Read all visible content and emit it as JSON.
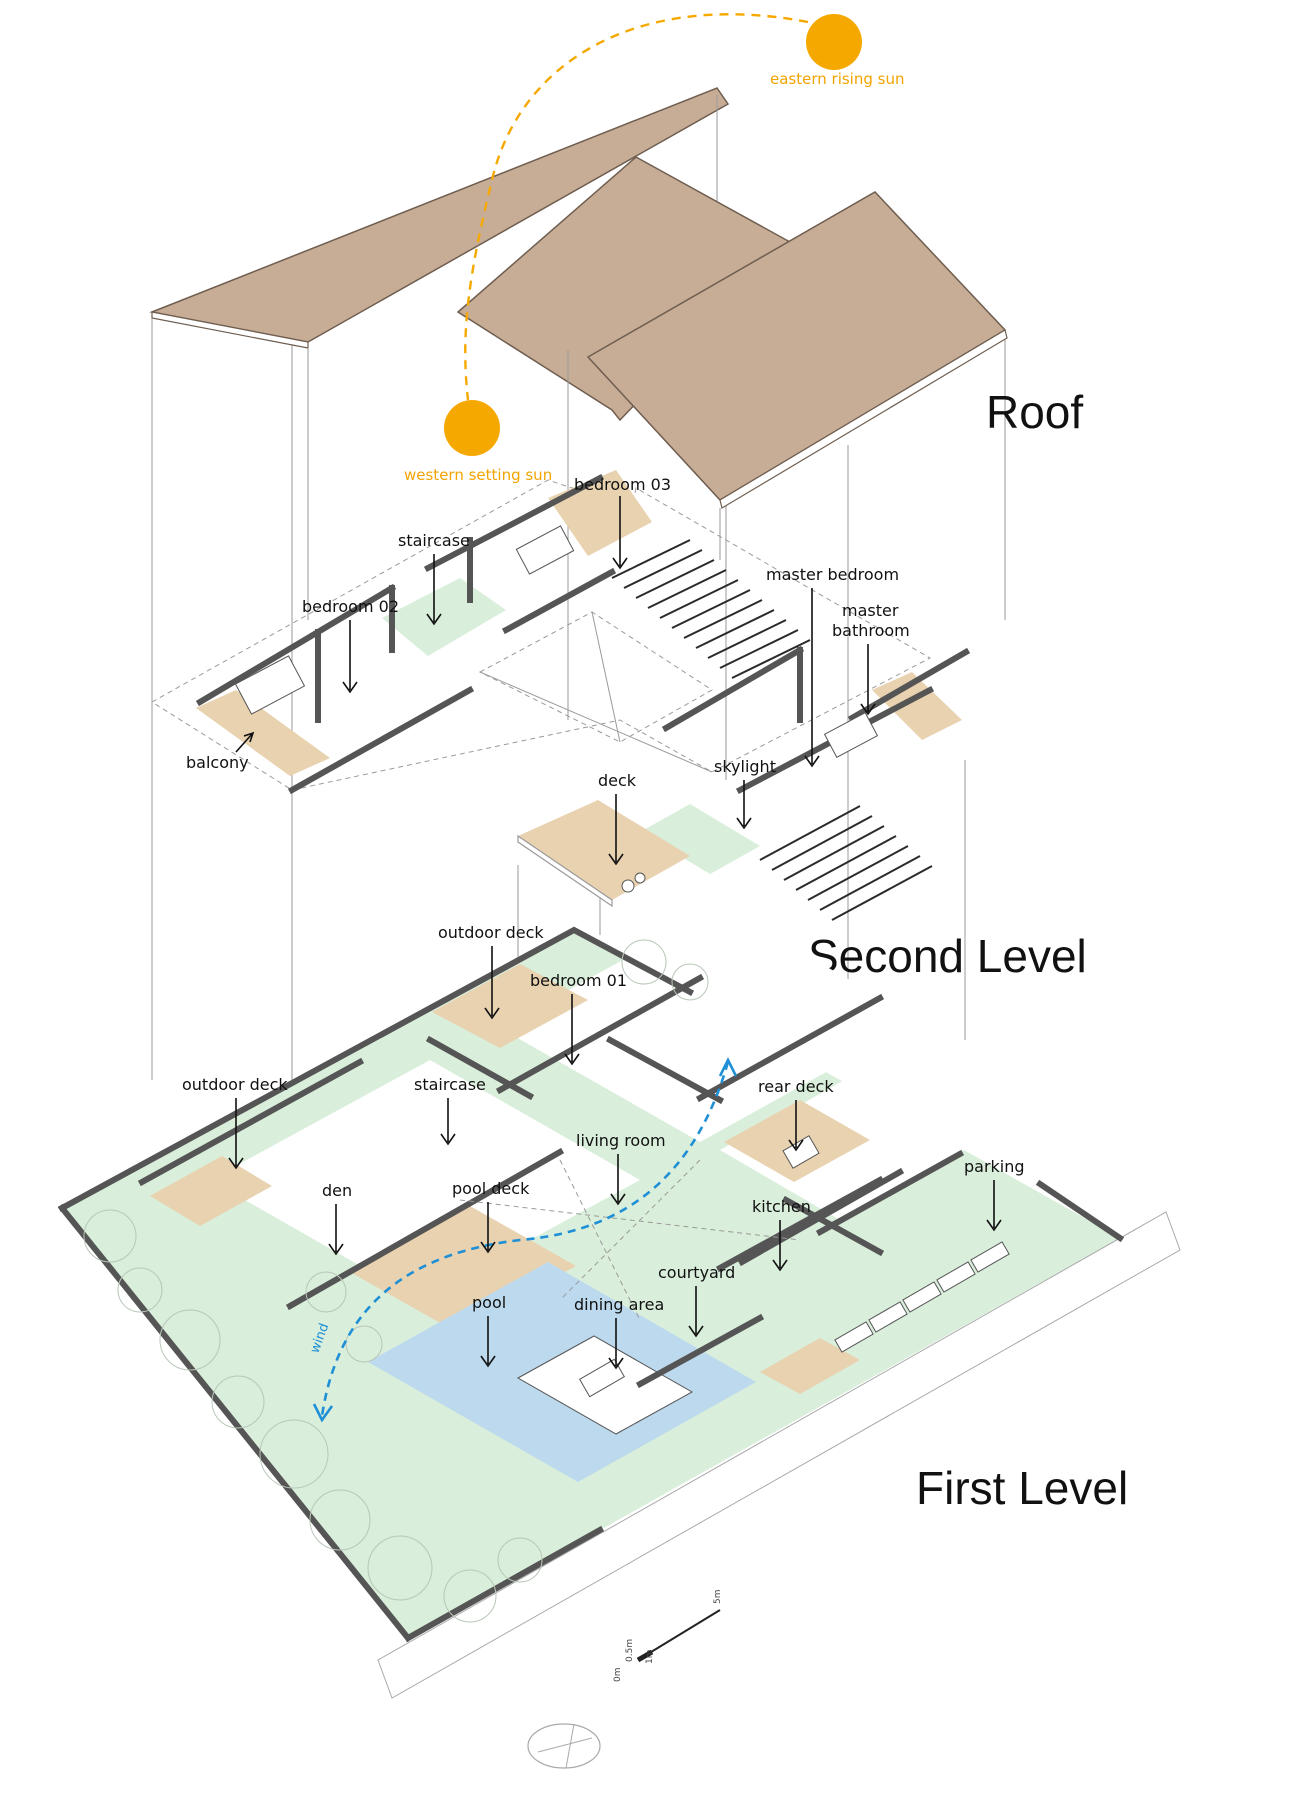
{
  "sun": {
    "rising_label": "eastern rising sun",
    "setting_label": "western setting sun",
    "color": "#f5a900"
  },
  "levels": {
    "roof": "Roof",
    "second": "Second Level",
    "first": "First Level"
  },
  "second_level_labels": {
    "bedroom_03": "bedroom 03",
    "staircase": "staircase",
    "bedroom_02": "bedroom 02",
    "balcony": "balcony",
    "master_bedroom": "master bedroom",
    "master_bathroom_line1": "master",
    "master_bathroom_line2": "bathroom",
    "skylight": "skylight",
    "deck": "deck"
  },
  "first_level_labels": {
    "outdoor_deck_top": "outdoor deck",
    "bedroom_01": "bedroom 01",
    "outdoor_deck_left": "outdoor deck",
    "staircase": "staircase",
    "rear_deck": "rear deck",
    "living_room": "living room",
    "parking": "parking",
    "den": "den",
    "pool_deck": "pool deck",
    "kitchen": "kitchen",
    "courtyard": "courtyard",
    "pool": "pool",
    "dining_area": "dining area",
    "wind": "wind"
  },
  "scale_bar": {
    "zero": "0m",
    "half": "0.5m",
    "one": "1m",
    "five": "5m"
  },
  "colors": {
    "roof": "#c7ad96",
    "lawn": "#d9eedb",
    "deck": "#e9d2b0",
    "pool": "#bcd9ee",
    "wind": "#1f8fd6",
    "wall": "#555555"
  }
}
